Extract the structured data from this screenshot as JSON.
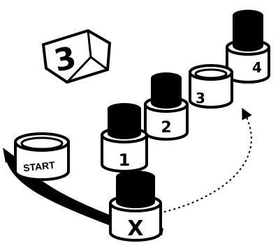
{
  "game": {
    "die": {
      "face_value": "3"
    },
    "spaces": [
      {
        "id": "start",
        "label": "START",
        "state": "empty"
      },
      {
        "id": "x",
        "label": "X",
        "state": "filled"
      },
      {
        "id": "1",
        "label": "1",
        "state": "filled"
      },
      {
        "id": "2",
        "label": "2",
        "state": "filled"
      },
      {
        "id": "3",
        "label": "3",
        "state": "empty"
      },
      {
        "id": "4",
        "label": "4",
        "state": "filled"
      }
    ],
    "colors": {
      "ink": "#000000",
      "paper": "#ffffff"
    }
  }
}
